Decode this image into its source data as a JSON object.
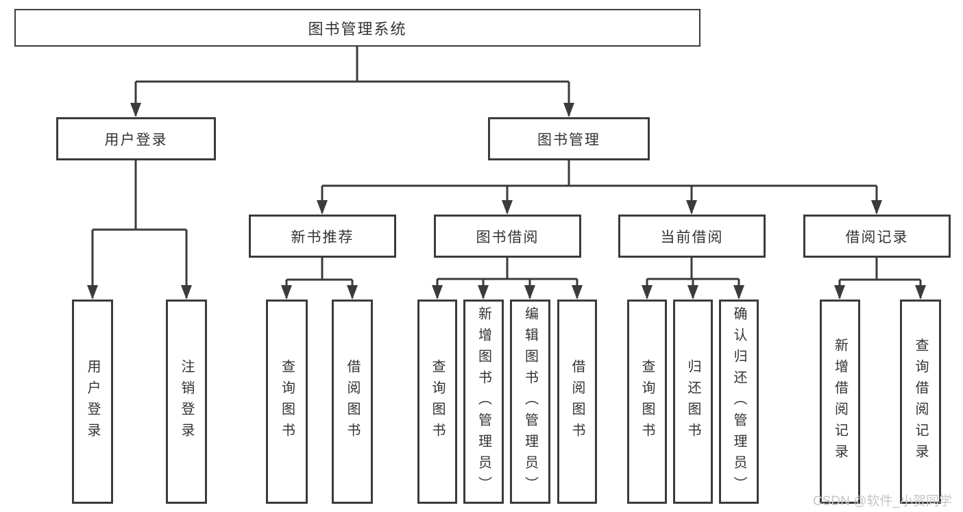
{
  "tree": {
    "root": {
      "label": "图书管理系统"
    },
    "branches": [
      {
        "label": "用户登录",
        "children": [
          {
            "label": "用户登录"
          },
          {
            "label": "注销登录"
          }
        ]
      },
      {
        "label": "图书管理",
        "children": [
          {
            "label": "新书推荐",
            "children": [
              {
                "label": "查询图书"
              },
              {
                "label": "借阅图书"
              }
            ]
          },
          {
            "label": "图书借阅",
            "children": [
              {
                "label": "查询图书"
              },
              {
                "label": "新增图书（管理员）"
              },
              {
                "label": "编辑图书（管理员）"
              },
              {
                "label": "借阅图书"
              }
            ]
          },
          {
            "label": "当前借阅",
            "children": [
              {
                "label": "查询图书"
              },
              {
                "label": "归还图书"
              },
              {
                "label": "确认归还（管理员）"
              }
            ]
          },
          {
            "label": "借阅记录",
            "children": [
              {
                "label": "新增借阅记录"
              },
              {
                "label": "查询借阅记录"
              }
            ]
          }
        ]
      }
    ]
  },
  "watermark": "CSDN @软件_小贺同学",
  "colors": {
    "line": "#3b3b3b",
    "text": "#333333",
    "box_background": "#ffffff",
    "watermark": "#c9c4c9"
  }
}
